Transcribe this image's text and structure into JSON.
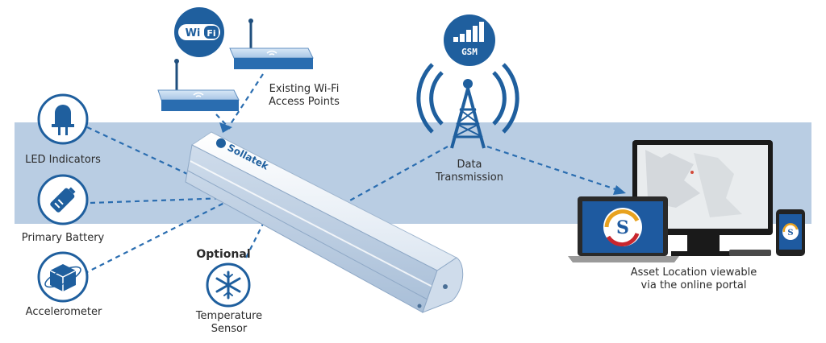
{
  "labels": {
    "wifi_points": [
      "Existing Wi-Fi",
      "Access Points"
    ],
    "led": "LED Indicators",
    "battery": "Primary Battery",
    "accelerometer": "Accelerometer",
    "optional": "Optional",
    "temperature": [
      "Temperature",
      "Sensor"
    ],
    "data_transmission": [
      "Data",
      "Transmission"
    ],
    "asset_location": [
      "Asset Location viewable",
      "via the online portal"
    ]
  },
  "badges": {
    "wifi": "Wi Fi",
    "gsm": "GSM"
  },
  "brand": "Sollatek",
  "colors": {
    "primary": "#1f5f9e",
    "dark": "#164c80",
    "band": "#b9cde3",
    "line": "#2a6db0"
  },
  "icons": [
    "led-icon",
    "battery-icon",
    "accelerometer-icon",
    "snowflake-icon",
    "wifi-router-icon",
    "cell-tower-icon",
    "gsm-signal-icon",
    "laptop-icon",
    "monitor-icon",
    "phone-icon"
  ]
}
